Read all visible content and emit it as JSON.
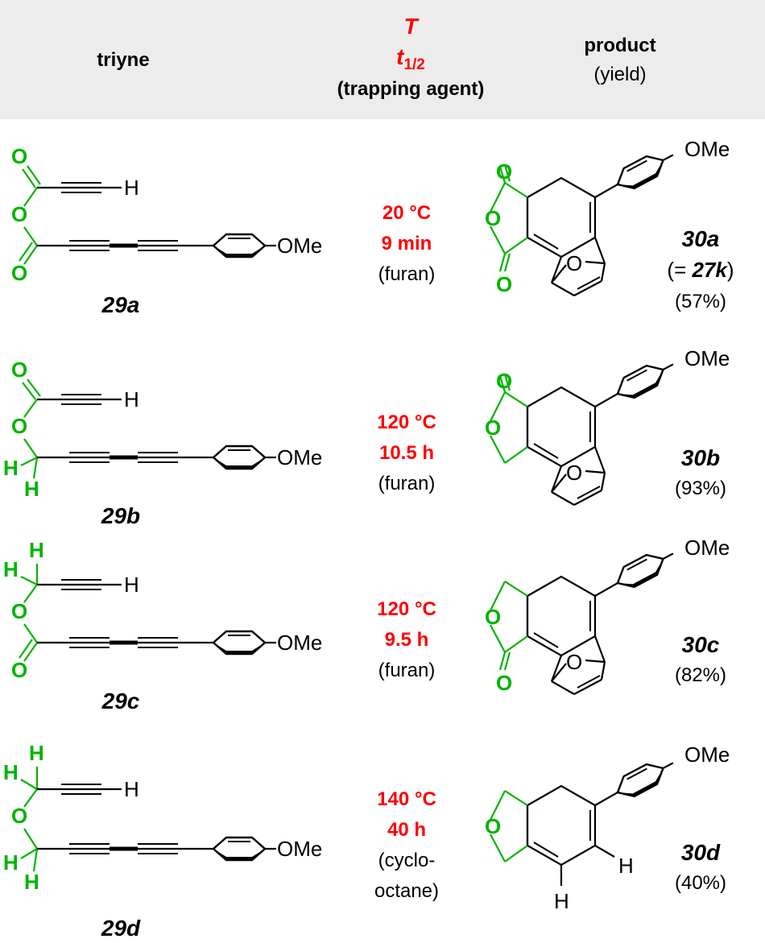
{
  "colors": {
    "green": "#00b400",
    "red": "#ff0000",
    "black": "#000000",
    "header_bg": "#ececec"
  },
  "header": {
    "triyne": "triyne",
    "T": "T",
    "t_base": "t",
    "t_sub": "1/2",
    "trapping": "(trapping agent)",
    "product": "product",
    "yield": "(yield)"
  },
  "rows": [
    {
      "triyne_label": "29a",
      "temp": "20 °C",
      "time": "9 min",
      "agent_lines": [
        "(furan)"
      ],
      "product_label": "30a",
      "product_eq_prefix": "(= ",
      "product_eq_ref": "27k",
      "product_eq_suffix": ")",
      "yield": "(57%)"
    },
    {
      "triyne_label": "29b",
      "temp": "120 °C",
      "time": "10.5 h",
      "agent_lines": [
        "(furan)"
      ],
      "product_label": "30b",
      "yield": "(93%)"
    },
    {
      "triyne_label": "29c",
      "temp": "120 °C",
      "time": "9.5 h",
      "agent_lines": [
        "(furan)"
      ],
      "product_label": "30c",
      "yield": "(82%)"
    },
    {
      "triyne_label": "29d",
      "temp": "140 °C",
      "time": "40 h",
      "agent_lines": [
        "(cyclo-",
        "octane)"
      ],
      "product_label": "30d",
      "yield": "(40%)"
    }
  ],
  "atoms": {
    "O": "O",
    "H": "H",
    "OMe": "OMe"
  }
}
